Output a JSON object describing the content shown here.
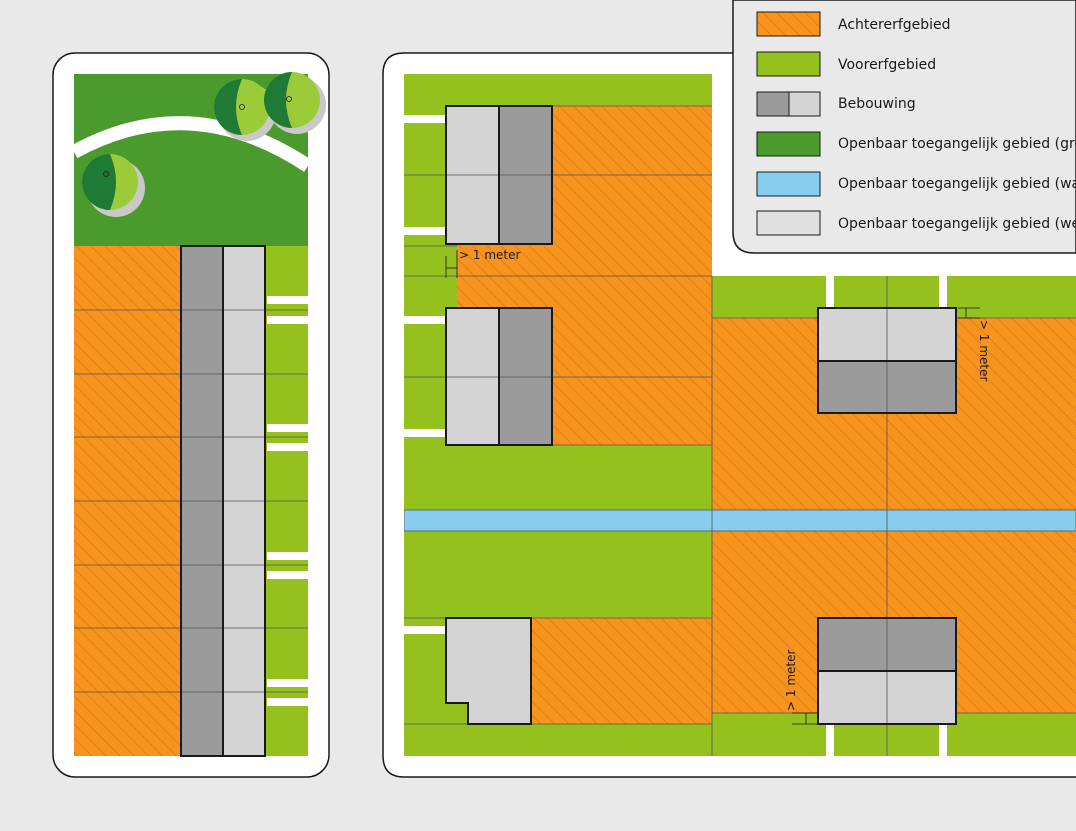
{
  "legend": {
    "items": [
      {
        "key": "achtererf",
        "label": "Achtererfgebied"
      },
      {
        "key": "voorerf",
        "label": "Voorerfgebied"
      },
      {
        "key": "bebouwing",
        "label": "Bebouwing"
      },
      {
        "key": "groen",
        "label": "Openbaar toegangelijk gebied (groen)"
      },
      {
        "key": "water",
        "label": "Openbaar toegangelijk gebied (water)"
      },
      {
        "key": "weg",
        "label": "Openbaar toegangelijk gebied (weg)"
      }
    ]
  },
  "dimensions": {
    "min_distance": "> 1 meter"
  },
  "colors": {
    "background": "#e9e9e9",
    "achtererf": "#f7941d",
    "achtererf_hatch": "#d9731a",
    "voorerf": "#95c11f",
    "public_green": "#4a9a2e",
    "water": "#87cdee",
    "road": "#ffffff",
    "building_dark": "#9b9b9b",
    "building_light": "#d4d4d4",
    "outline": "#1a1a1a",
    "tree_dark": "#1f7a35",
    "tree_light": "#9ccb3a"
  }
}
